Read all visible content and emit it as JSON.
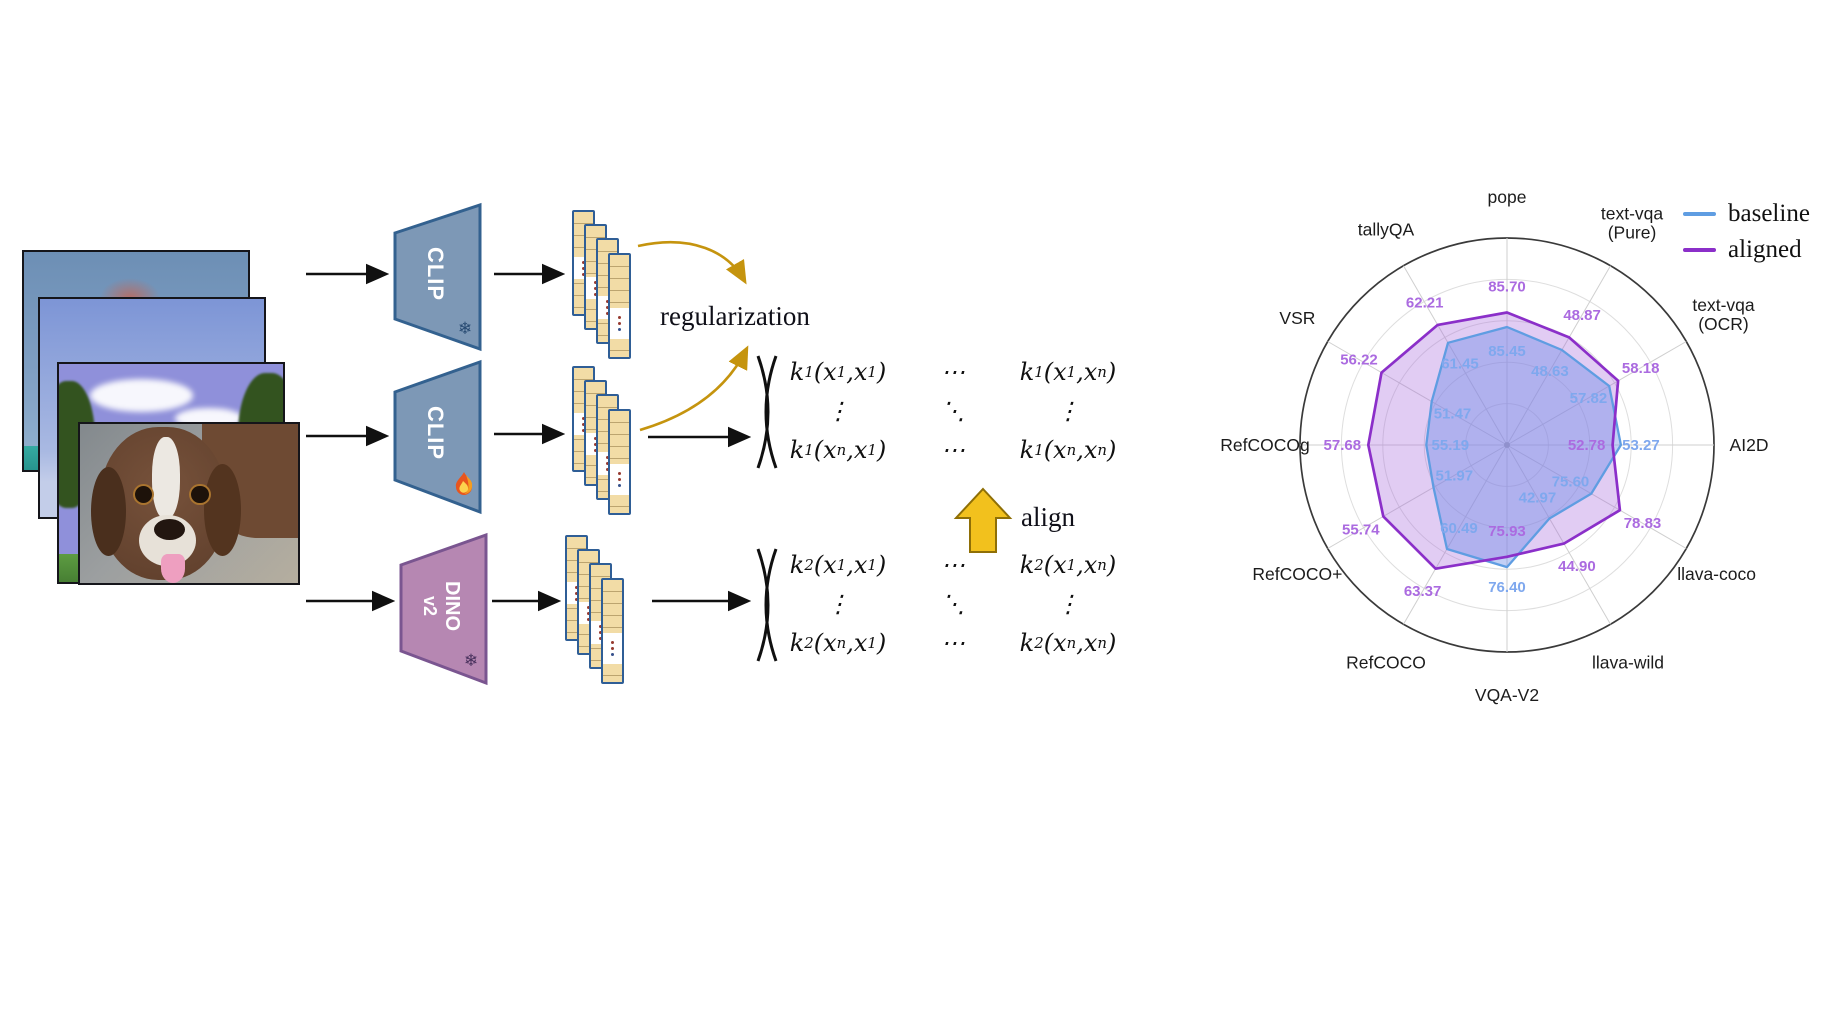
{
  "diagram": {
    "regularization_label": "regularization",
    "align_label": "align",
    "encoders": [
      {
        "label": "CLIP",
        "status_icon": "snowflake"
      },
      {
        "label": "CLIP",
        "status_icon": "fire"
      },
      {
        "label": "DINO",
        "label2": "v2",
        "status_icon": "snowflake"
      },
      {
        "snowflake_char": "❄"
      }
    ],
    "matrix1": {
      "rows": [
        [
          "k_1(x_1,x_1)",
          "⋯",
          "k_1(x_1,x_n)"
        ],
        [
          "⋮",
          "⋱",
          "⋮"
        ],
        [
          "k_1(x_n,x_1)",
          "⋯",
          "k_1(x_n,x_n)"
        ]
      ]
    },
    "matrix2": {
      "rows": [
        [
          "k_2(x_1,x_1)",
          "⋯",
          "k_2(x_1,x_n)"
        ],
        [
          "⋮",
          "⋱",
          "⋮"
        ],
        [
          "k_2(x_n,x_1)",
          "⋯",
          "k_2(x_n,x_n)"
        ]
      ]
    }
  },
  "legend": {
    "items": [
      {
        "label": "baseline",
        "color": "#5f9de2"
      },
      {
        "label": "aligned",
        "color": "#8b2fc9"
      }
    ]
  },
  "chart_data": {
    "type": "radar",
    "axes": [
      "pope",
      "text-vqa\n(Pure)",
      "text-vqa\n(OCR)",
      "AI2D",
      "llava-coco",
      "llava-wild",
      "VQA-V2",
      "RefCOCO",
      "RefCOCO+",
      "RefCOCOg",
      "VSR",
      "tallyQA"
    ],
    "series": [
      {
        "name": "baseline",
        "color": "#5f9de2",
        "label_color": "#7fa8ee",
        "fill": "rgba(110,140,230,0.42)",
        "values": [
          85.45,
          48.63,
          57.82,
          53.27,
          75.6,
          42.97,
          76.4,
          60.49,
          51.97,
          55.19,
          51.47,
          61.45
        ],
        "fractions": [
          0.57,
          0.53,
          0.57,
          0.55,
          0.47,
          0.41,
          0.59,
          0.58,
          0.41,
          0.39,
          0.42,
          0.57
        ]
      },
      {
        "name": "aligned",
        "color": "#8b2fc9",
        "label_color": "#ab6be0",
        "fill": "rgba(170,110,220,0.35)",
        "values": [
          85.7,
          48.87,
          58.18,
          52.78,
          78.83,
          44.9,
          75.93,
          63.37,
          55.74,
          57.68,
          56.22,
          62.21
        ],
        "fractions": [
          0.64,
          0.6,
          0.62,
          0.51,
          0.63,
          0.55,
          0.54,
          0.69,
          0.69,
          0.67,
          0.7,
          0.67
        ]
      }
    ],
    "rings": [
      0.2,
      0.4,
      0.6,
      0.8,
      1.0
    ],
    "legend_position": "top-right",
    "grid": true
  }
}
